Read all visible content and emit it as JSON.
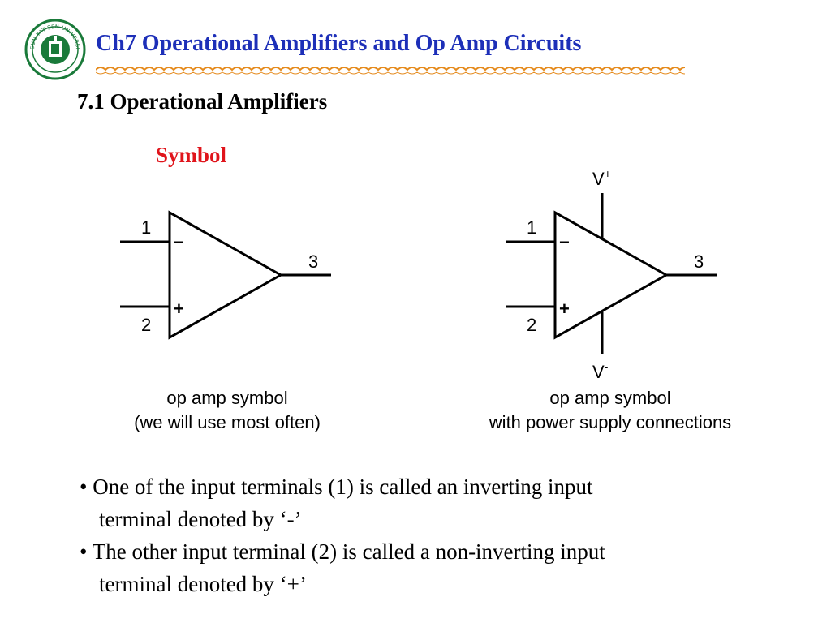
{
  "slide": {
    "title": "Ch7 Operational Amplifiers and Op Amp Circuits",
    "section": "7.1 Operational Amplifiers",
    "subheading": "Symbol"
  },
  "logo": {
    "icon": "university-seal-icon",
    "seal_text": "SUN YAT-SEN UNIVERSITY",
    "colors": {
      "primary": "#1a7a3a"
    }
  },
  "diagrams": {
    "left": {
      "pin1": "1",
      "pin2": "2",
      "pin3": "3",
      "minus": "−",
      "plus": "+",
      "caption_line1": "op amp symbol",
      "caption_line2": "(we will use most often)"
    },
    "right": {
      "pin1": "1",
      "pin2": "2",
      "pin3": "3",
      "minus": "−",
      "plus": "+",
      "vplus_base": "V",
      "vplus_sup": "+",
      "vminus_base": "V",
      "vminus_sup": "-",
      "caption_line1": "op amp symbol",
      "caption_line2": "with power supply connections"
    }
  },
  "bullets": [
    {
      "marker": "•",
      "line1": "One of the input terminals (1) is called an inverting input",
      "line2": "terminal denoted by ‘-’"
    },
    {
      "marker": "•",
      "line1": "The other input terminal (2) is called a non-inverting input",
      "line2": "terminal denoted by ‘+’"
    }
  ],
  "colors": {
    "title": "#1d2fb8",
    "subheading": "#e0141b",
    "wavy_line": "#e58a1c"
  }
}
